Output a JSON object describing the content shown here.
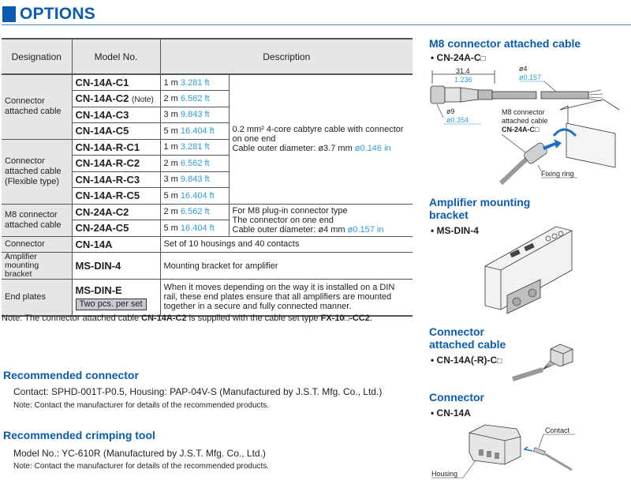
{
  "header": {
    "title": "OPTIONS"
  },
  "table": {
    "headers": {
      "designation": "Designation",
      "model": "Model No.",
      "description": "Description"
    },
    "groups": [
      {
        "designation": "Connector attached cable",
        "rows": [
          {
            "model": "CN-14A-C1",
            "note": "",
            "length_m": "1 m",
            "length_ft": "3.281 ft"
          },
          {
            "model": "CN-14A-C2",
            "note": "(Note)",
            "length_m": "2 m",
            "length_ft": "6.562 ft"
          },
          {
            "model": "CN-14A-C3",
            "note": "",
            "length_m": "3 m",
            "length_ft": "9.843 ft"
          },
          {
            "model": "CN-14A-C5",
            "note": "",
            "length_m": "5 m",
            "length_ft": "16.404 ft"
          }
        ]
      },
      {
        "designation": "Connector attached cable (Flexible type)",
        "rows": [
          {
            "model": "CN-14A-R-C1",
            "length_m": "1 m",
            "length_ft": "3.281 ft"
          },
          {
            "model": "CN-14A-R-C2",
            "length_m": "2 m",
            "length_ft": "6.562 ft"
          },
          {
            "model": "CN-14A-R-C3",
            "length_m": "3 m",
            "length_ft": "9.843 ft"
          },
          {
            "model": "CN-14A-R-C5",
            "length_m": "5 m",
            "length_ft": "16.404 ft"
          }
        ]
      },
      {
        "designation": "M8 connector attached cable",
        "rows": [
          {
            "model": "CN-24A-C2",
            "length_m": "2 m",
            "length_ft": "6.562 ft"
          },
          {
            "model": "CN-24A-C5",
            "length_m": "5 m",
            "length_ft": "16.404 ft"
          }
        ]
      }
    ],
    "cable_desc": {
      "line1": "0.2 mm² 4-core cabtyre cable with connector on one end",
      "line2": "Cable outer diameter: ø3.7 mm ",
      "line2_blue": "ø0.146 in"
    },
    "m8_desc": {
      "line1": "For M8 plug-in connector type",
      "line2": "The connector on one end",
      "line3": "Cable outer diameter: ø4 mm ",
      "line3_blue": "ø0.157 in"
    },
    "connector": {
      "designation": "Connector",
      "model": "CN-14A",
      "description": "Set of 10 housings and 40 contacts"
    },
    "bracket": {
      "designation": "Amplifier mounting bracket",
      "model": "MS-DIN-4",
      "description": "Mounting bracket for amplifier"
    },
    "endplates": {
      "designation": "End plates",
      "model": "MS-DIN-E",
      "badge": "Two pcs. per set",
      "description": "When it moves depending on the way it is installed on a DIN rail, these end plates ensure that all amplifiers are mounted together in a secure and fully connected manner."
    },
    "note": {
      "prefix": "Note: The connector attached cable ",
      "bold1": "CN-14A-C2",
      "middle": " is supplied with the cable set type ",
      "bold2": "FX-10□-CC2",
      "suffix": "."
    }
  },
  "recommended_connector": {
    "heading": "Recommended connector",
    "body": "Contact: SPHD-001T-P0.5, Housing: PAP-04V-S (Manufactured by J.S.T. Mfg. Co., Ltd.)",
    "note": "Note: Contact the manufacturer for details of the recommended products."
  },
  "recommended_tool": {
    "heading": "Recommended crimping tool",
    "body": "Model No.: YC-610R (Manufactured by J.S.T. Mfg. Co., Ltd.)",
    "note": "Note: Contact the manufacturer for details of the recommended products."
  },
  "right": {
    "m8": {
      "heading": "M8 connector attached cable",
      "model": "• CN-24A-C",
      "model_suffix": "□",
      "dim_length": "31.4",
      "dim_length_in": "1.236",
      "dim_cable": "ø4",
      "dim_cable_in": "ø0.157",
      "dim_head": "ø9",
      "dim_head_in": "ø0.354",
      "callout1": "M8 connector",
      "callout2": "attached cable",
      "callout3": "CN-24A-C□",
      "fixing_ring": "Fixing ring"
    },
    "bracket": {
      "heading1": "Amplifier mounting",
      "heading2": "bracket",
      "model": "• MS-DIN-4"
    },
    "cable": {
      "heading1": "Connector",
      "heading2": "attached cable",
      "model": "• CN-14A(-R)-C",
      "model_suffix": "□"
    },
    "connector": {
      "heading": "Connector",
      "model": "• CN-14A",
      "contact_label": "Contact",
      "housing_label": "Housing"
    }
  }
}
